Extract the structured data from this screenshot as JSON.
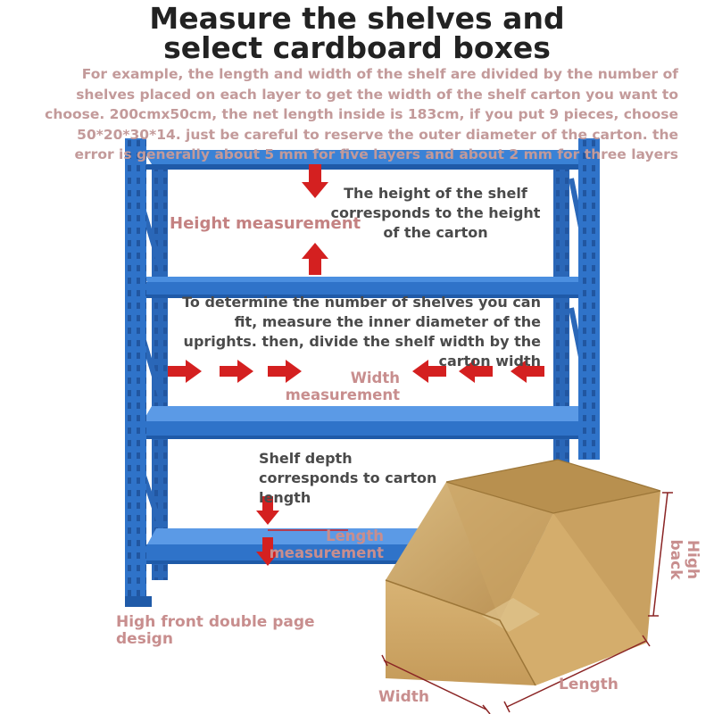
{
  "title": {
    "line1": "Measure the shelves and",
    "line2": "select cardboard boxes"
  },
  "intro": "For example, the length and width of the shelf are divided by the number of shelves placed on each layer to get the width of the shelf carton you want to choose. 200cmx50cm, the net length inside is 183cm, if you put 9 pieces, choose 50*20*30*14. just be careful to reserve the outer diameter of the carton. the error is generally about 5 mm for five layers and about 2 mm for three layers",
  "labels": {
    "height_note": "The height of the shelf corresponds to the height of the carton",
    "height_measurement": "Height measurement",
    "count_note": "To determine the number of shelves you can fit, measure the inner diameter of the uprights. then, divide the shelf width by the carton width",
    "width_measurement": "Width measurement",
    "depth_note": "Shelf depth corresponds to carton length",
    "length_measurement": "Length measurement",
    "front_design": "High front double page design",
    "box_high_back": "High back",
    "box_width": "Width",
    "box_length": "Length"
  },
  "colors": {
    "shelf_blue": "#2f73c9",
    "arrow_red": "#d42020",
    "label_pink": "#c88e8e",
    "box_tan": "#cfa766"
  }
}
